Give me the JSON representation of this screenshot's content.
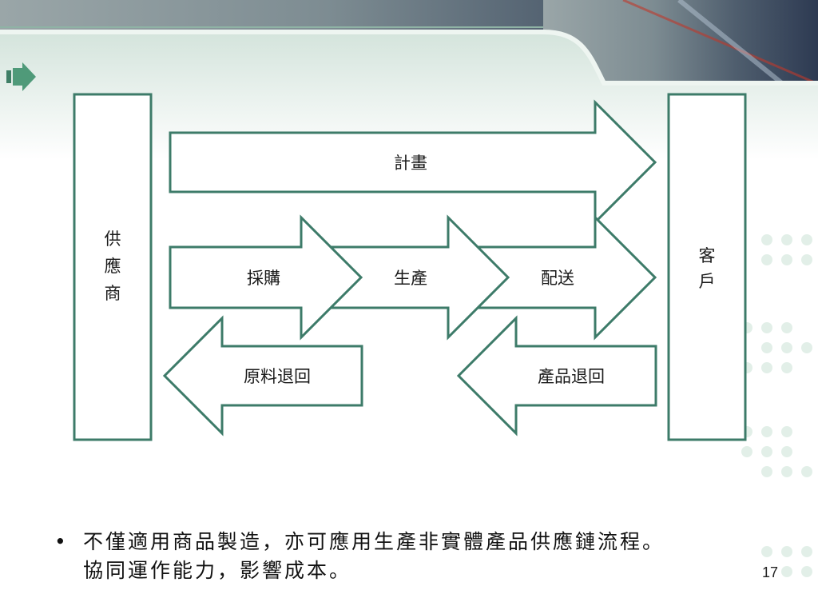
{
  "diagram": {
    "supplier": [
      "供",
      "應",
      "商"
    ],
    "customer": [
      "客",
      "戶"
    ],
    "plan": "計畫",
    "procurement": "採購",
    "production": "生產",
    "distribution": "配送",
    "material_return": "原料退回",
    "product_return": "產品退回"
  },
  "bullet": {
    "marker": "•",
    "line1": "不僅適用商品製造，亦可應用生產非實體產品供應鏈流程。",
    "line2": "協同運作能力，影響成本。"
  },
  "page_number": "17",
  "colors": {
    "stroke": "#3d7b69",
    "accent": "#4f9a79",
    "header_wave": "#9bbfb0"
  }
}
